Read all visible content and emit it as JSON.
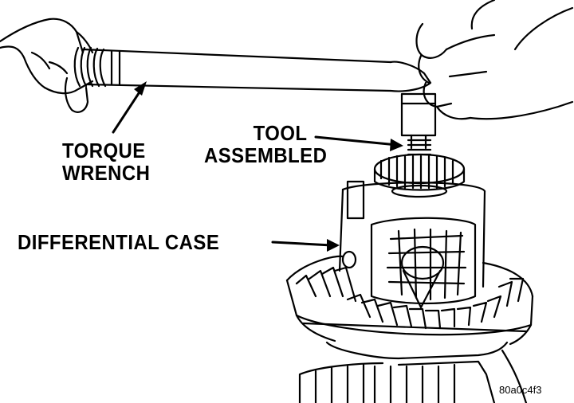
{
  "labels": {
    "torque_wrench_line1": "TORQUE",
    "torque_wrench_line2": "WRENCH",
    "tool_assembled_line1": "TOOL",
    "tool_assembled_line2": "ASSEMBLED",
    "differential_case": "DIFFERENTIAL CASE"
  },
  "figure_id": "80a0c4f3",
  "colors": {
    "ink": "#000000",
    "paper": "#ffffff"
  }
}
